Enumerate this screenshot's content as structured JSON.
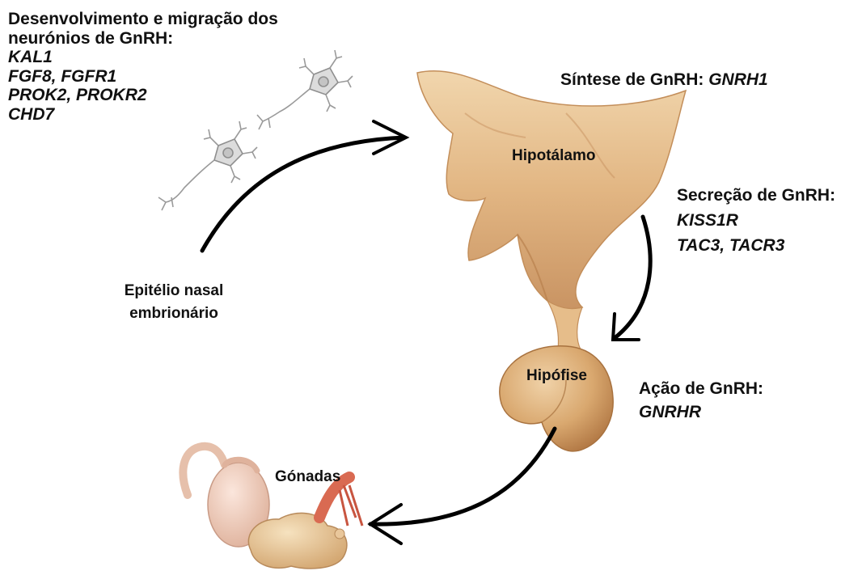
{
  "development": {
    "title_line1": "Desenvolvimento e migração dos",
    "title_line2": "neurónios de GnRH:",
    "genes": [
      "KAL1",
      "FGF8, FGFR1",
      "PROK2, PROKR2",
      "CHD7"
    ]
  },
  "synthesis": {
    "label": "Síntese de GnRH:",
    "gene": "GNRH1"
  },
  "hypothalamus": {
    "label": "Hipotálamo"
  },
  "secretion": {
    "label": "Secreção de GnRH:",
    "genes": [
      "KISS1R",
      "TAC3, TACR3"
    ]
  },
  "epithelium": {
    "line1": "Epitélio nasal",
    "line2": "embrionário"
  },
  "pituitary": {
    "label": "Hipófise"
  },
  "action": {
    "label": "Ação de GnRH:",
    "gene": "GNRHR"
  },
  "gonads": {
    "label": "Gónadas"
  },
  "colors": {
    "tissue_light": "#e9c79b",
    "tissue_mid": "#d7a46f",
    "tissue_dark": "#b9824c",
    "neuron": "#9a9a9a",
    "testis": "#f0cdbb",
    "ovary": "#ecd2a4",
    "muscle": "#d96a52",
    "arrow": "#000000",
    "text": "#111111"
  }
}
